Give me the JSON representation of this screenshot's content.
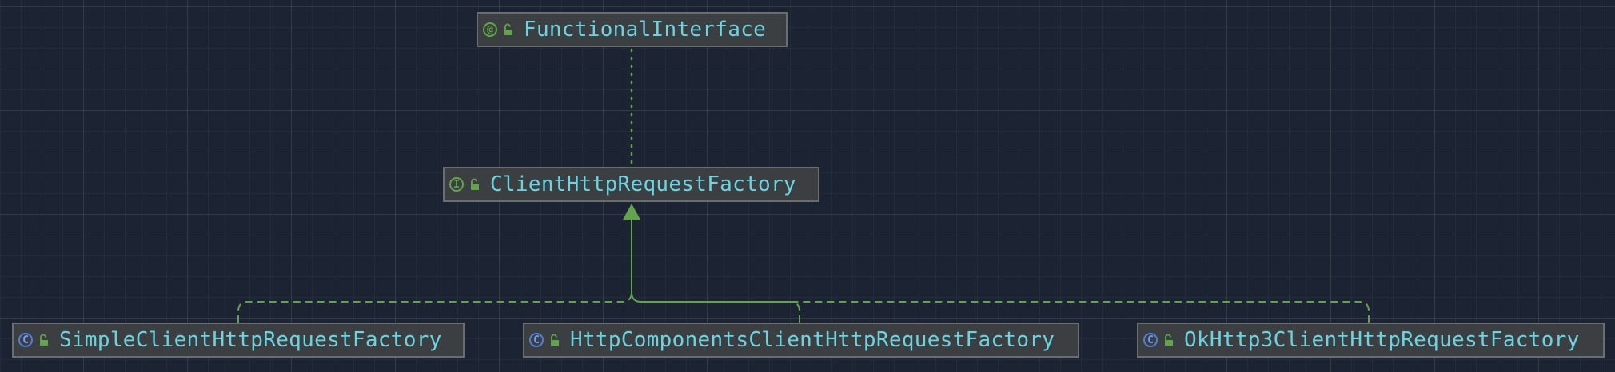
{
  "diagram": {
    "nodes": [
      {
        "id": "functional-interface",
        "name": "FunctionalInterface",
        "kind": "annotation",
        "kind_glyph": "@",
        "icon": "annotation-icon"
      },
      {
        "id": "client-http-request-factory",
        "name": "ClientHttpRequestFactory",
        "kind": "interface",
        "kind_glyph": "I",
        "icon": "interface-icon"
      },
      {
        "id": "simple-client-http-request-factory",
        "name": "SimpleClientHttpRequestFactory",
        "kind": "class",
        "kind_glyph": "C",
        "icon": "class-icon"
      },
      {
        "id": "http-components-client-http-request-factory",
        "name": "HttpComponentsClientHttpRequestFactory",
        "kind": "class",
        "kind_glyph": "C",
        "icon": "class-icon"
      },
      {
        "id": "okhttp3-client-http-request-factory",
        "name": "OkHttp3ClientHttpRequestFactory",
        "kind": "class",
        "kind_glyph": "C",
        "icon": "class-icon"
      }
    ],
    "edges": [
      {
        "from": "client-http-request-factory",
        "to": "functional-interface",
        "type": "annotated-by",
        "style": "dotted"
      },
      {
        "from": "simple-client-http-request-factory",
        "to": "client-http-request-factory",
        "type": "implements",
        "style": "dashed"
      },
      {
        "from": "http-components-client-http-request-factory",
        "to": "client-http-request-factory",
        "type": "implements",
        "style": "dashed"
      },
      {
        "from": "okhttp3-client-http-request-factory",
        "to": "client-http-request-factory",
        "type": "implements",
        "style": "dashed"
      }
    ]
  },
  "colors": {
    "background": "#1c2333",
    "node_fill": "#3c3f41",
    "node_border": "#6b6e70",
    "label": "#6dd3e0",
    "edge": "#62a44c",
    "class_icon": "#4f7ed8",
    "lock_icon": "#62a44c"
  }
}
